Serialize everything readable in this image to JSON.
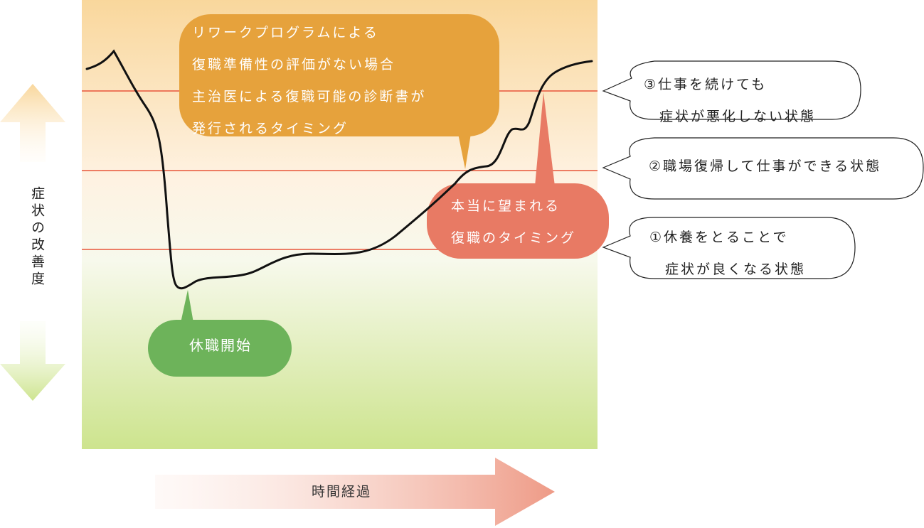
{
  "axis": {
    "vertical_label": "症状の改善度",
    "horizontal_label": "時間経過"
  },
  "callouts": {
    "rework": {
      "lines": [
        "リワークプログラムによる",
        "復職準備性の評価がない場合",
        "主治医による復職可能の診断書が",
        "発行されるタイミング"
      ]
    },
    "desired": {
      "lines": [
        "本当に望まれる",
        "復職のタイミング"
      ]
    },
    "leave_start": {
      "label": "休職開始"
    }
  },
  "states": {
    "state3": {
      "lines": [
        "③仕事を続けても",
        "症状が悪化しない状態"
      ]
    },
    "state2": {
      "label": "②職場復帰して仕事ができる状態"
    },
    "state1": {
      "lines": [
        "①休養をとることで",
        "症状が良くなる状態"
      ]
    }
  },
  "colors": {
    "bg_top": "#f9d79c",
    "bg_mid": "#fef2e2",
    "bg_bottom": "#cde48e",
    "threshold_line": "#e8553a",
    "curve": "#111111",
    "callout_orange": "#e6a23c",
    "callout_red": "#e87a64",
    "callout_green": "#6db35a",
    "arrow_up": "#f9d79c",
    "arrow_down": "#cde48e",
    "arrow_time": "#ee9a86"
  }
}
